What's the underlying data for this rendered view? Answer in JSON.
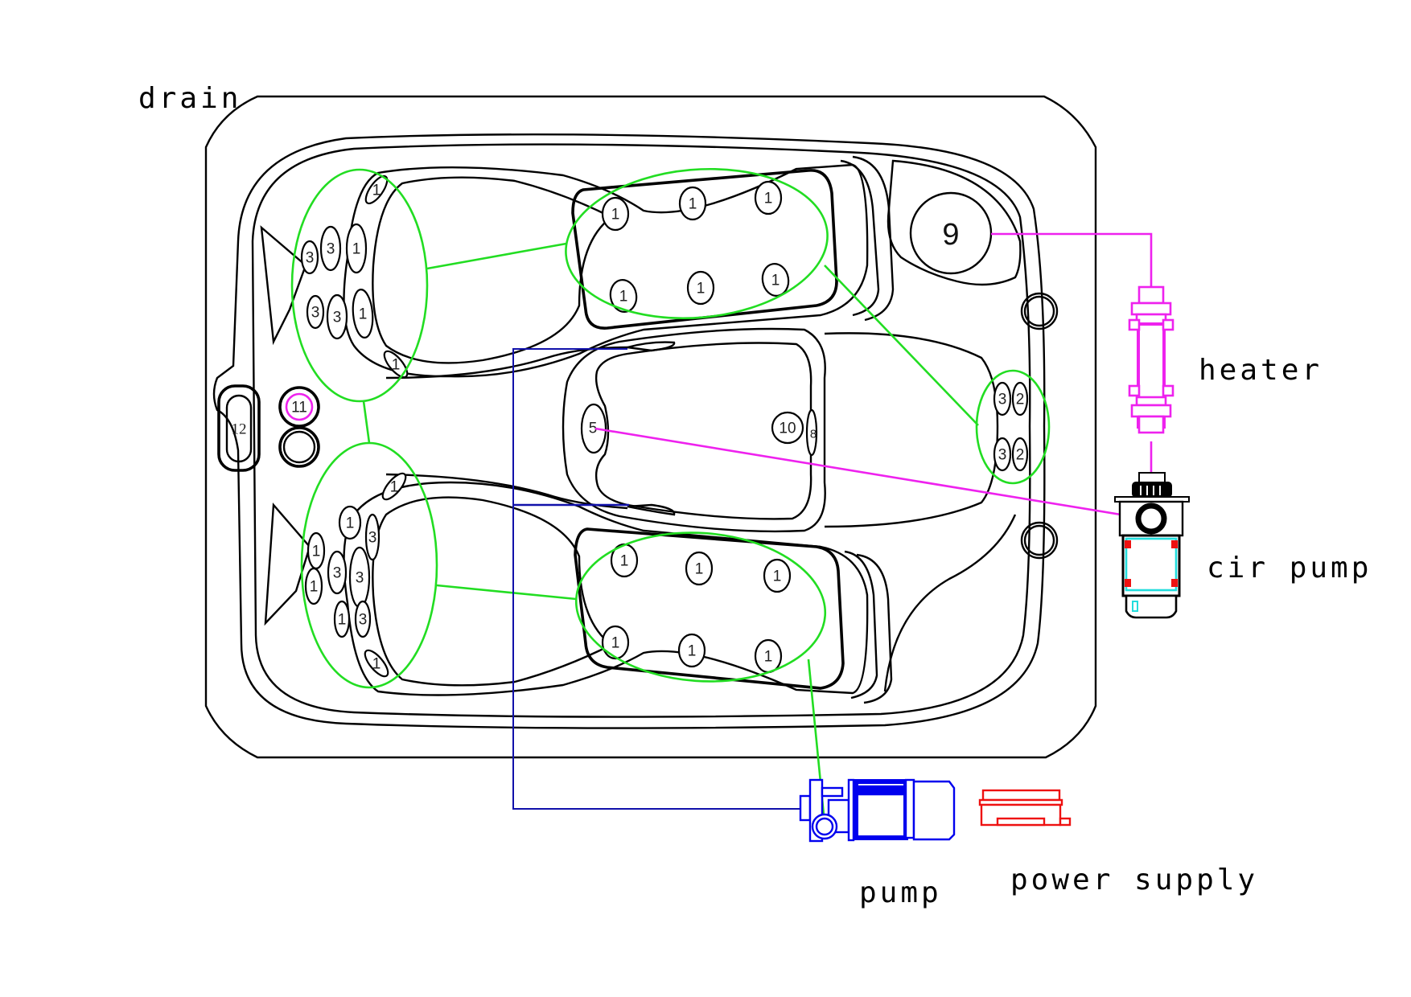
{
  "labels": {
    "drain": "drain",
    "heater": "heater",
    "cir_pump": "cir pump",
    "pump": "pump",
    "power_supply": "power supply"
  },
  "colors": {
    "outline": "#000000",
    "jet_group_circuit": "#22dd22",
    "circulation_circuit": "#ee22ee",
    "pump_suction_circuit": "#1111aa",
    "pump": "#0000ee",
    "power_supply": "#ee1111",
    "cir_pump_accent": "#22dddd"
  },
  "components": {
    "filter_9": "9",
    "suction_5": "5",
    "jet_10": "10",
    "jet_8": "8",
    "light_11": "11",
    "control_12": "12"
  },
  "jet_groups": {
    "top_left_lounge": [
      "1",
      "3",
      "3",
      "1",
      "3",
      "3",
      "1",
      "1"
    ],
    "top_seat": [
      "1",
      "1",
      "1",
      "1",
      "1",
      "1"
    ],
    "bottom_left_lounge": [
      "1",
      "1",
      "3",
      "1",
      "3",
      "3",
      "1",
      "1",
      "3",
      "1"
    ],
    "bottom_seat": [
      "1",
      "1",
      "1",
      "1",
      "1",
      "1"
    ],
    "right_footwell": [
      "3",
      "2",
      "3",
      "2"
    ]
  }
}
